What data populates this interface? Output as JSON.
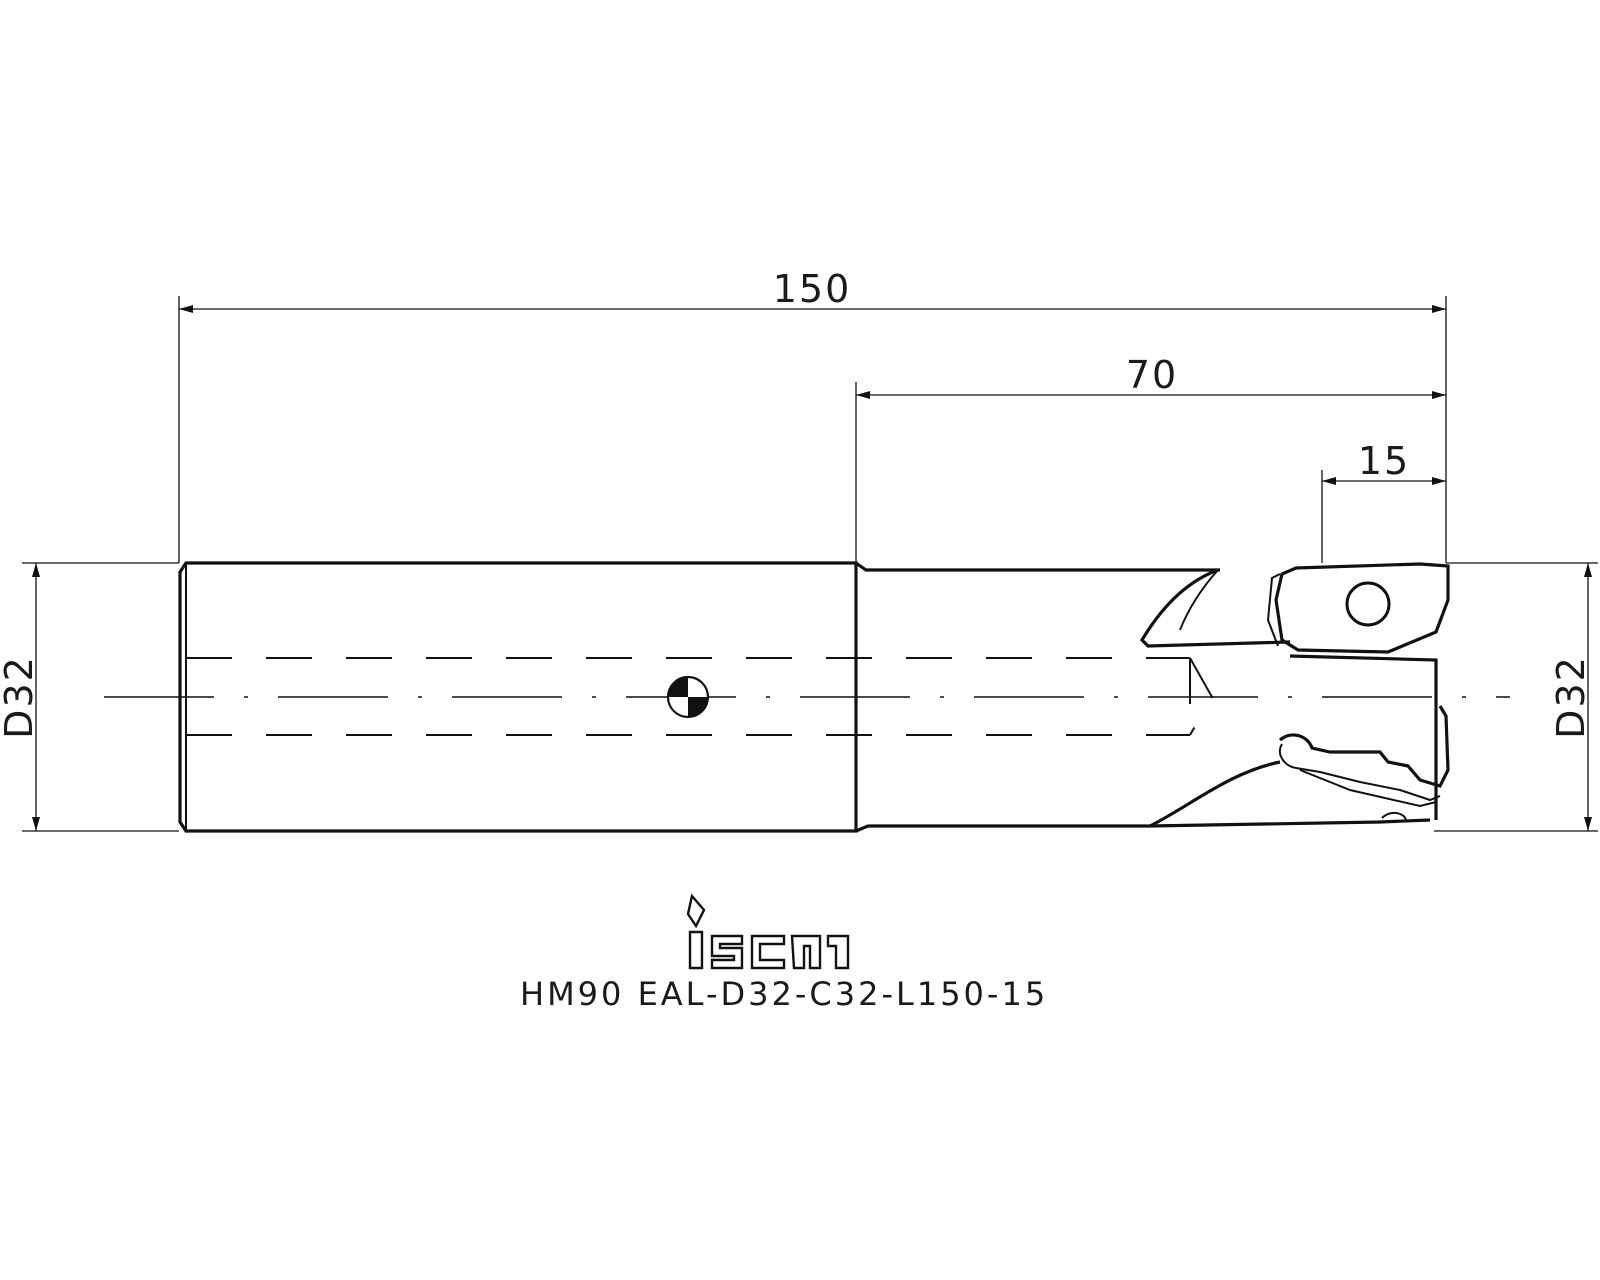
{
  "dimensions": {
    "overall_length": "150",
    "body_length": "70",
    "flute_length": "15",
    "shank_diameter": "D32",
    "cutting_diameter": "D32"
  },
  "part_code": "HM90 EAL-D32-C32-L150-15",
  "logo_text": "iscar",
  "colors": {
    "line": "#111111",
    "background": "#ffffff"
  }
}
